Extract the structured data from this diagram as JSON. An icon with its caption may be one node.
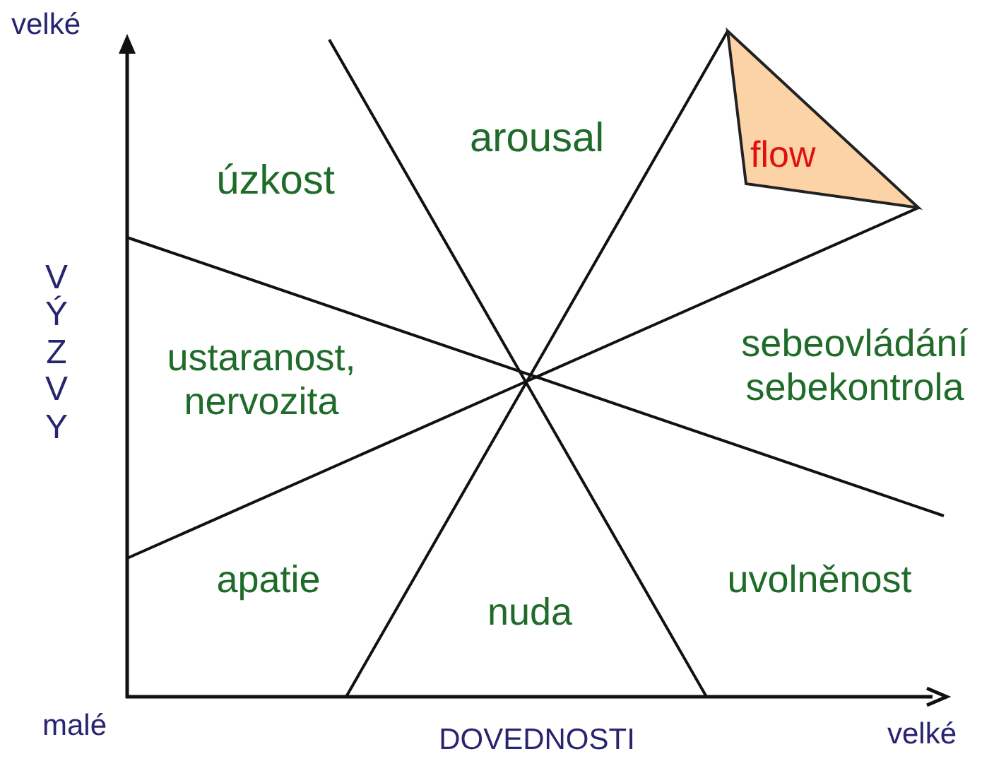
{
  "diagram": {
    "nodes": [
      {
        "text": [
          "flow"
        ]
      }
    ],
    "labels": [
      "velké",
      "arousal",
      "úzkost",
      "VÝZVY",
      "ustaranost, nervozita",
      "sebeovládání sebekontrola",
      "apatie",
      "nuda",
      "uvolněnost",
      "malé",
      "DOVEDNOSTI",
      "velké"
    ]
  }
}
